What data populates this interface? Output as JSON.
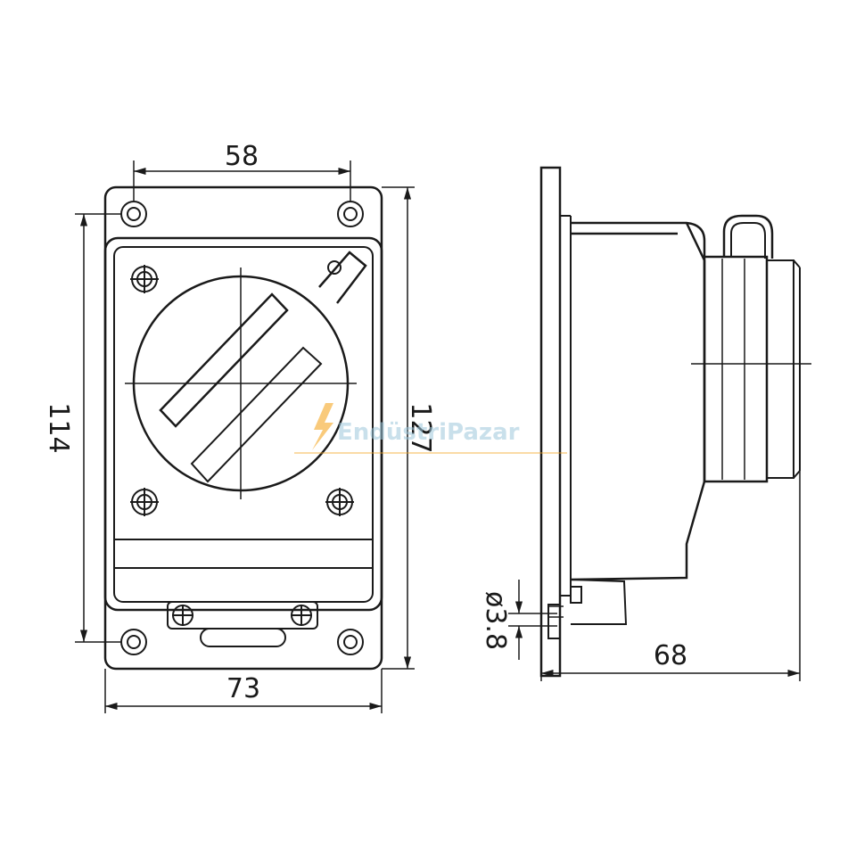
{
  "dimensions": {
    "hole_spacing_width": "58",
    "overall_width": "73",
    "hole_spacing_height": "114",
    "overall_height": "127",
    "depth": "68",
    "hole_diameter": "ø3.8"
  },
  "watermark": {
    "text": "EndüstriPazar"
  },
  "colors": {
    "line": "#1a1a1a",
    "watermark": "#9ec8dc",
    "watermark_accent": "#f5a623"
  }
}
